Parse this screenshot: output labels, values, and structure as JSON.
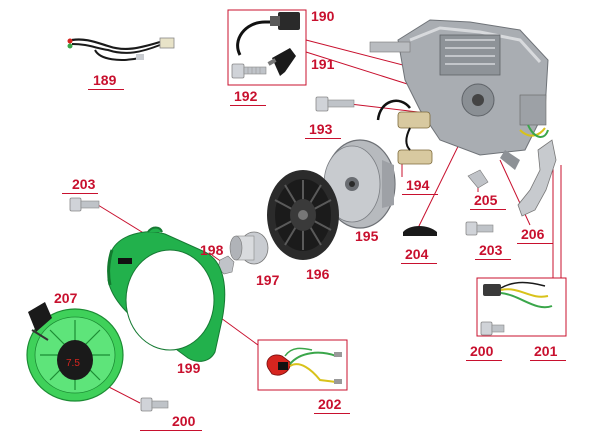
{
  "colors": {
    "callout": "#c8102e",
    "housing_green": "#22b14c",
    "engine_grey": "#9aa0a6",
    "steel": "#c9ccd1",
    "dark": "#2a2a2a",
    "wire_red": "#d6251f",
    "wire_yellow": "#d8c21a",
    "wire_green": "#3aa64a"
  },
  "icons": {
    "189": "wire-harness-icon",
    "190": "ignition-coil-icon",
    "191": "spark-plug-cap-icon",
    "192": "bolt-icon",
    "193": "bolt-icon",
    "194": "charging-coil-icon",
    "195": "flywheel-icon",
    "196": "cooling-fan-icon",
    "197": "starter-cup-icon",
    "198": "flywheel-nut-icon",
    "199": "blower-housing-icon",
    "200": "bolt-icon",
    "201": "oil-sensor-icon",
    "202": "engine-switch-icon",
    "203": "bolt-icon",
    "204": "woodruff-key-icon",
    "205": "bracket-icon",
    "206": "shroud-plate-icon",
    "207": "recoil-starter-icon",
    "engine": "engine-block-icon"
  },
  "part_numbers": {
    "p189": "189",
    "p190": "190",
    "p191": "191",
    "p192": "192",
    "p193": "193",
    "p194": "194",
    "p195": "195",
    "p196": "196",
    "p197": "197",
    "p198": "198",
    "p199": "199",
    "p200a": "200",
    "p200b": "200",
    "p201": "201",
    "p202": "202",
    "p203a": "203",
    "p203b": "203",
    "p204": "204",
    "p205": "205",
    "p206": "206",
    "p207": "207"
  },
  "starter_label": "7.5"
}
